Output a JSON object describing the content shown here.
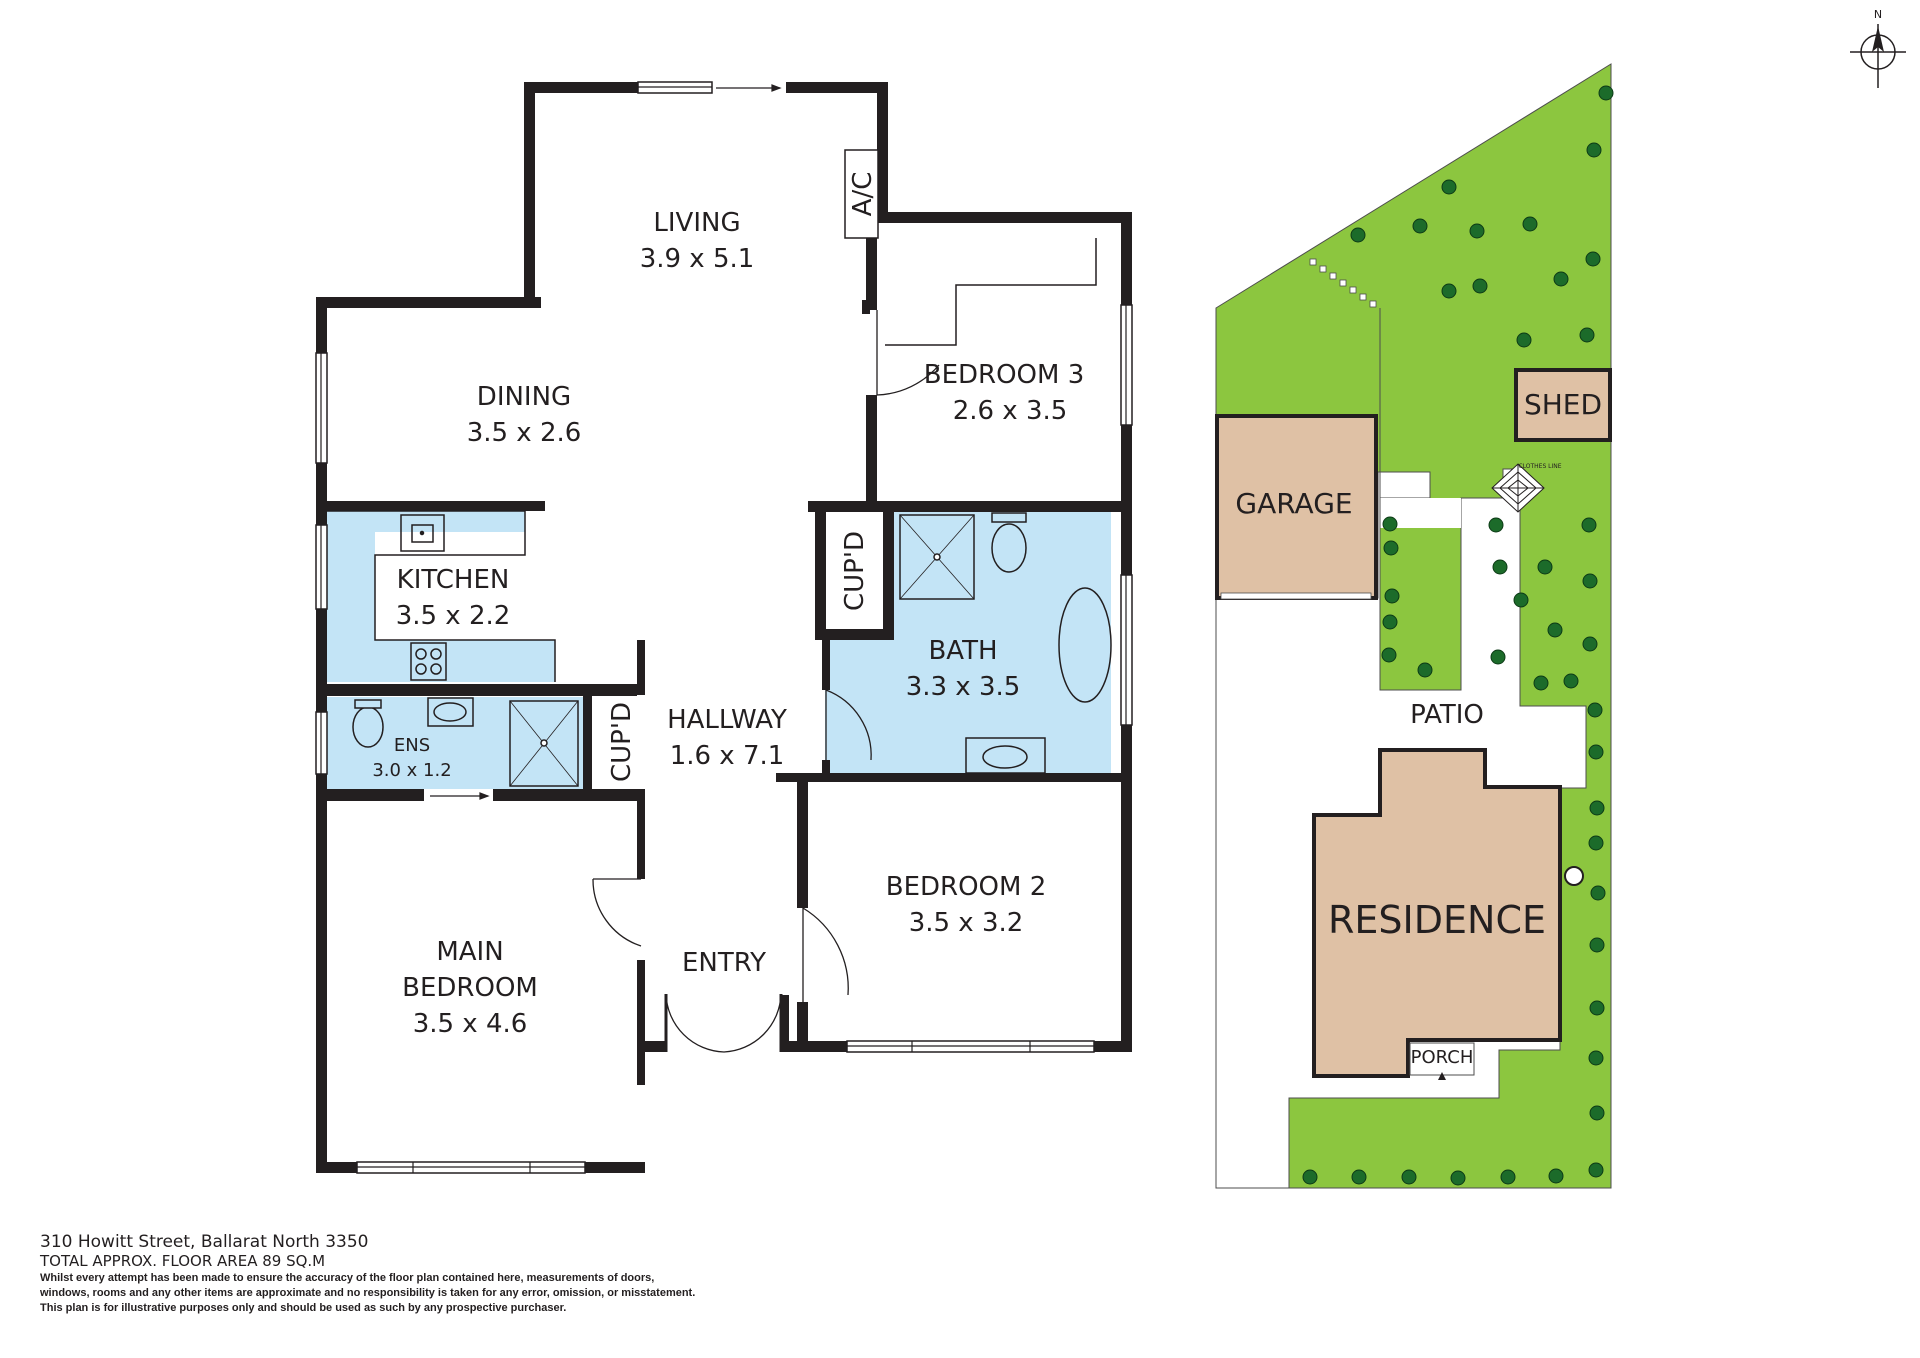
{
  "rooms": {
    "living": {
      "name": "LIVING",
      "size": "3.9 x 5.1"
    },
    "dining": {
      "name": "DINING",
      "size": "3.5 x 2.6"
    },
    "kitchen": {
      "name": "KITCHEN",
      "size": "3.5 x 2.2"
    },
    "ensuite": {
      "name": "ENS",
      "size": "3.0 x 1.2"
    },
    "hallway": {
      "name": "HALLWAY",
      "size": "1.6 x 7.1"
    },
    "bedroom3": {
      "name": "BEDROOM 3",
      "size": "2.6 x 3.5"
    },
    "bath": {
      "name": "BATH",
      "size": "3.3 x 3.5"
    },
    "bedroom2": {
      "name": "BEDROOM 2",
      "size": "3.5 x 3.2"
    },
    "main_bedroom": {
      "name_line1": "MAIN",
      "name_line2": "BEDROOM",
      "size": "3.5 x 4.6"
    },
    "entry": {
      "name": "ENTRY"
    }
  },
  "fixtures": {
    "ac": "A/C",
    "cupboard": "CUP'D"
  },
  "site": {
    "garage": "GARAGE",
    "shed": "SHED",
    "patio": "PATIO",
    "residence": "RESIDENCE",
    "porch": "PORCH",
    "clothes_line": "CLOTHES LINE",
    "north": "N"
  },
  "footer": {
    "address": "310 Howitt Street, Ballarat North 3350",
    "area": "TOTAL APPROX. FLOOR AREA 89 SQ.M",
    "disclaimer_1": "Whilst every attempt has been made to ensure the accuracy of the floor plan contained here, measurements of doors,",
    "disclaimer_2": "windows, rooms and any other items are approximate and no responsibility is taken for any error, omission, or misstatement.",
    "disclaimer_3": "This plan is for illustrative purposes only and should be used as such by any prospective purchaser."
  },
  "colors": {
    "wall": "#231f20",
    "wet_area": "#c3e4f6",
    "lawn": "#8cc63f",
    "building": "#dfc1a5",
    "shrub": "#1c6b2a"
  }
}
